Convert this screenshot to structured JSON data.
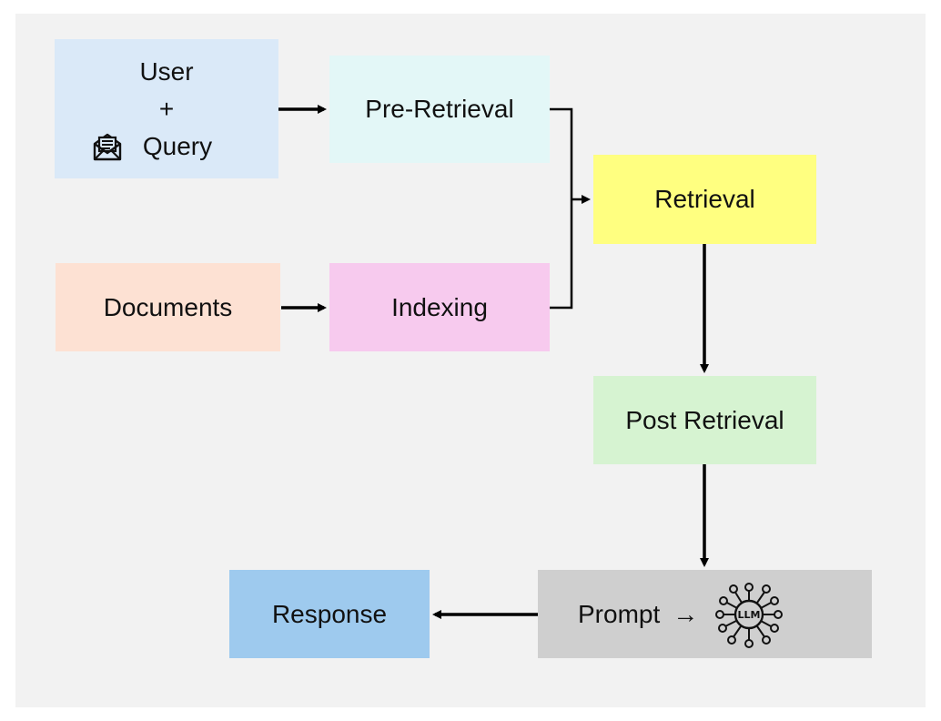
{
  "colors": {
    "background": "#f2f2f2",
    "user": "#dae9f8",
    "pre_retrieval": "#e3f7f7",
    "retrieval": "#ffff80",
    "documents": "#fde1d3",
    "indexing": "#f7caee",
    "post_retrieval": "#d6f3d1",
    "prompt": "#cfcfcf",
    "response": "#9ecaee",
    "arrow": "#000000"
  },
  "nodes": {
    "user": {
      "line1": "User",
      "line2": "+",
      "line3": "Query",
      "icon": "envelope-document-icon"
    },
    "pre_retrieval": {
      "label": "Pre-Retrieval"
    },
    "retrieval": {
      "label": "Retrieval"
    },
    "documents": {
      "label": "Documents"
    },
    "indexing": {
      "label": "Indexing"
    },
    "post_retrieval": {
      "label": "Post Retrieval"
    },
    "prompt": {
      "label": "Prompt",
      "arrow": "→",
      "icon": "llm-network-icon",
      "icon_text": "LLM"
    },
    "response": {
      "label": "Response"
    }
  },
  "edges": [
    {
      "from": "user",
      "to": "pre_retrieval"
    },
    {
      "from": "documents",
      "to": "indexing"
    },
    {
      "from": "pre_retrieval",
      "to": "retrieval"
    },
    {
      "from": "indexing",
      "to": "retrieval"
    },
    {
      "from": "retrieval",
      "to": "post_retrieval"
    },
    {
      "from": "post_retrieval",
      "to": "prompt"
    },
    {
      "from": "prompt",
      "to": "response"
    }
  ]
}
